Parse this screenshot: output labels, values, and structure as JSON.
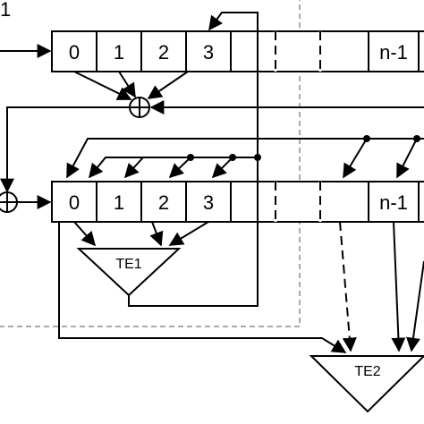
{
  "corner_mark": "1",
  "register_top": {
    "cells": [
      "0",
      "1",
      "2",
      "3",
      "n-1"
    ]
  },
  "register_bottom": {
    "cells": [
      "0",
      "1",
      "2",
      "3",
      "n-1"
    ]
  },
  "te1": {
    "label": "TE1"
  },
  "te2": {
    "label": "TE2"
  },
  "xor_symbol": "⊕",
  "colors": {
    "line": "#000000",
    "background": "#ffffff",
    "dashed_box": "#555555"
  }
}
